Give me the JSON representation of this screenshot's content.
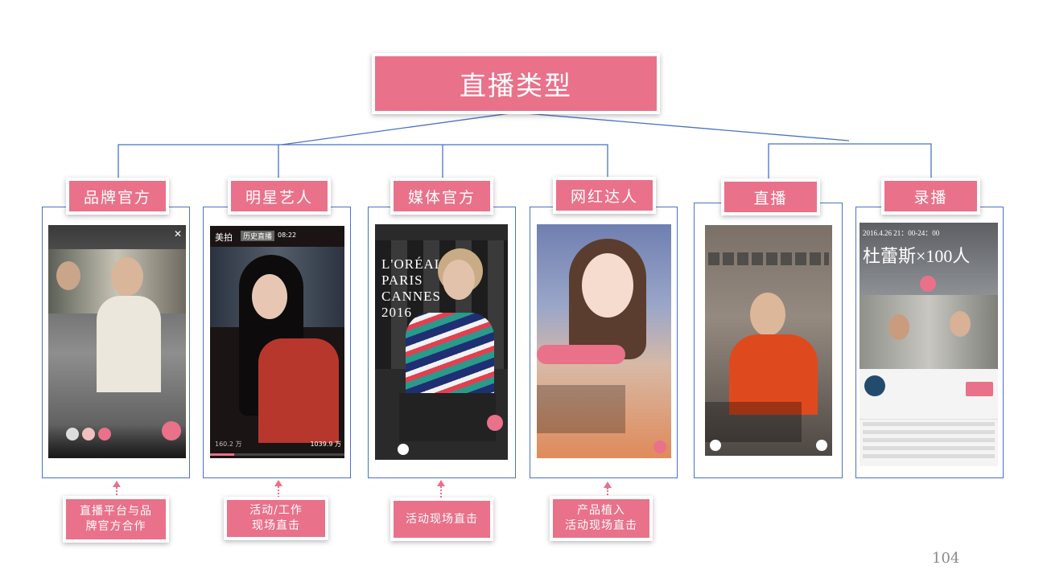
{
  "title": "直播类型",
  "categories": [
    {
      "label": "品牌官方",
      "note": [
        "直播平台与品",
        "牌官方合作"
      ]
    },
    {
      "label": "明星艺人",
      "note": [
        "活动/工作",
        "现场直击"
      ]
    },
    {
      "label": "媒体官方",
      "note": [
        "活动现场直击"
      ]
    },
    {
      "label": "网红达人",
      "note": [
        "产品植入",
        "活动现场直击"
      ]
    },
    {
      "label": "直播"
    },
    {
      "label": "录播"
    }
  ],
  "screens": {
    "meipai_brand": "美拍",
    "meipai_tag": "历史直播",
    "meipai_time": "08:22",
    "viewer_count": "1039.9 万",
    "left_count": "160.2 万",
    "loreal_text": "L'ORÉAL PARIS CANNES 2016",
    "replay_title_line1": "2016.4.26 21：00-24：00",
    "replay_title_line2": "杜蕾斯×100人"
  },
  "page_number": "104",
  "colors": {
    "accent": "#e9718a",
    "line": "#4a72c4"
  }
}
